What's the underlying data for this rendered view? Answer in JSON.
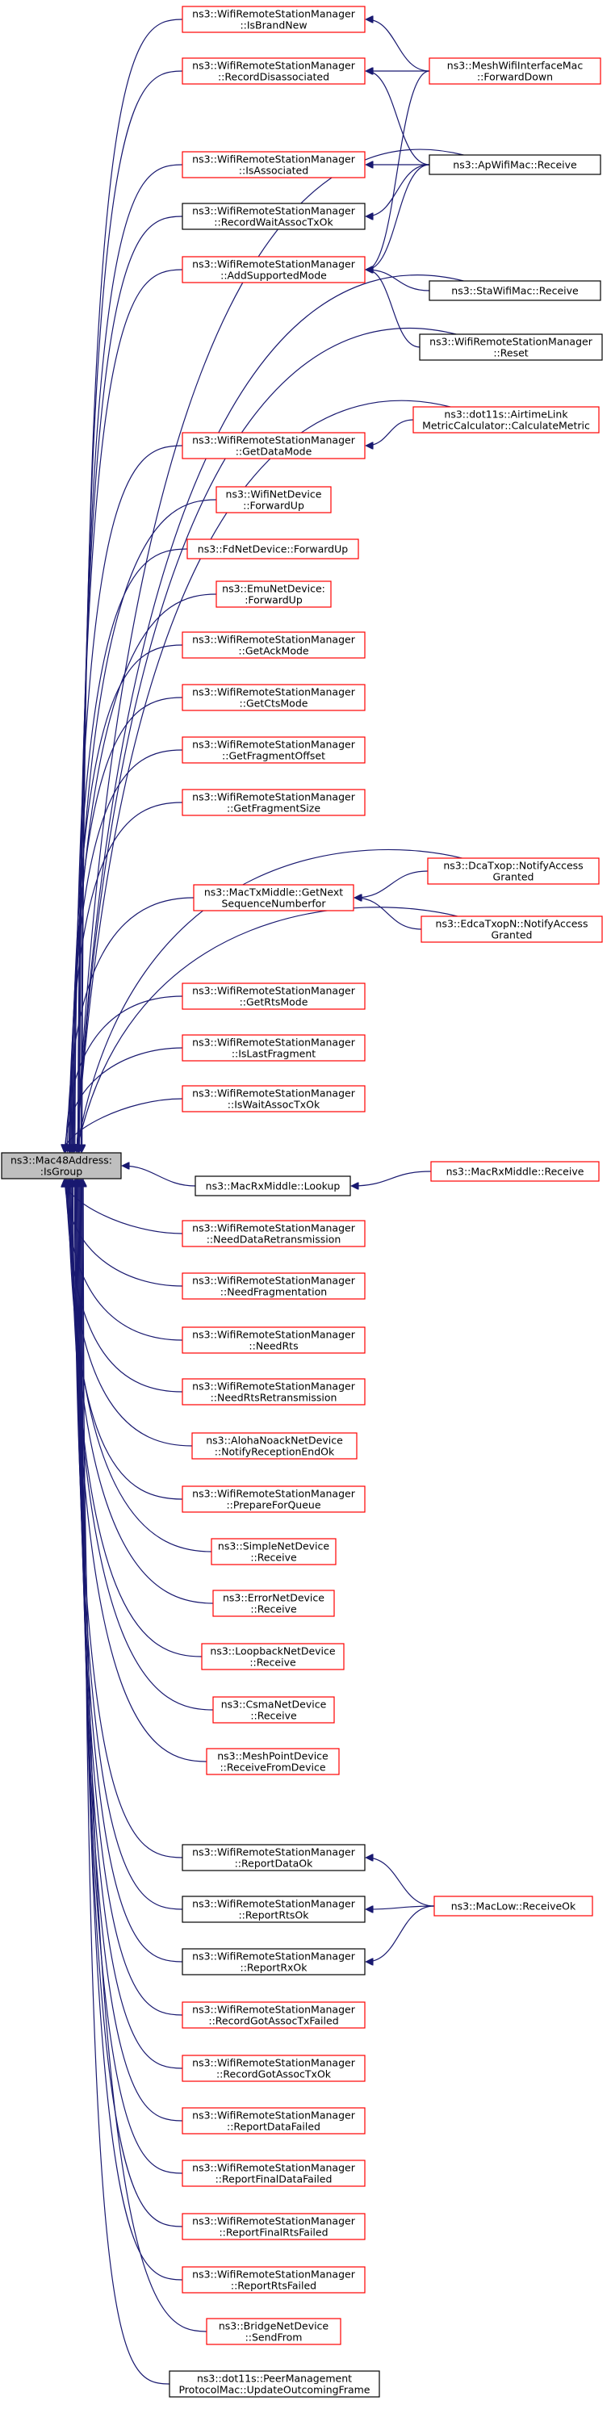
{
  "graph": {
    "root": [
      "ns3::Mac48Address:",
      ":IsGroup"
    ],
    "nodes": {
      "isBrandNew": [
        "ns3::WifiRemoteStationManager",
        "::IsBrandNew"
      ],
      "recordDisassociated": [
        "ns3::WifiRemoteStationManager",
        "::RecordDisassociated"
      ],
      "isAssociated": [
        "ns3::WifiRemoteStationManager",
        "::IsAssociated"
      ],
      "recordWaitAssocTxOk": [
        "ns3::WifiRemoteStationManager",
        "::RecordWaitAssocTxOk"
      ],
      "addSupportedMode": [
        "ns3::WifiRemoteStationManager",
        "::AddSupportedMode"
      ],
      "getDataMode": [
        "ns3::WifiRemoteStationManager",
        "::GetDataMode"
      ],
      "wifiNetDevice": [
        "ns3::WifiNetDevice",
        "::ForwardUp"
      ],
      "fdNetDevice": [
        "ns3::FdNetDevice::ForwardUp"
      ],
      "emuNetDevice": [
        "ns3::EmuNetDevice:",
        ":ForwardUp"
      ],
      "getAckMode": [
        "ns3::WifiRemoteStationManager",
        "::GetAckMode"
      ],
      "getCtsMode": [
        "ns3::WifiRemoteStationManager",
        "::GetCtsMode"
      ],
      "getFragmentOffset": [
        "ns3::WifiRemoteStationManager",
        "::GetFragmentOffset"
      ],
      "getFragmentSize": [
        "ns3::WifiRemoteStationManager",
        "::GetFragmentSize"
      ],
      "macTxMiddle": [
        "ns3::MacTxMiddle::GetNext",
        "SequenceNumberfor"
      ],
      "getRtsMode": [
        "ns3::WifiRemoteStationManager",
        "::GetRtsMode"
      ],
      "isLastFragment": [
        "ns3::WifiRemoteStationManager",
        "::IsLastFragment"
      ],
      "isWaitAssocTxOk": [
        "ns3::WifiRemoteStationManager",
        "::IsWaitAssocTxOk"
      ],
      "macRxLookup": [
        "ns3::MacRxMiddle::Lookup"
      ],
      "needDataRetrans": [
        "ns3::WifiRemoteStationManager",
        "::NeedDataRetransmission"
      ],
      "needFragmentation": [
        "ns3::WifiRemoteStationManager",
        "::NeedFragmentation"
      ],
      "needRts": [
        "ns3::WifiRemoteStationManager",
        "::NeedRts"
      ],
      "needRtsRetrans": [
        "ns3::WifiRemoteStationManager",
        "::NeedRtsRetransmission"
      ],
      "alohaNoack": [
        "ns3::AlohaNoackNetDevice",
        "::NotifyReceptionEndOk"
      ],
      "prepareForQueue": [
        "ns3::WifiRemoteStationManager",
        "::PrepareForQueue"
      ],
      "simpleNetDevice": [
        "ns3::SimpleNetDevice",
        "::Receive"
      ],
      "errorNetDevice": [
        "ns3::ErrorNetDevice",
        "::Receive"
      ],
      "loopbackNetDevice": [
        "ns3::LoopbackNetDevice",
        "::Receive"
      ],
      "csmaNetDevice": [
        "ns3::CsmaNetDevice",
        "::Receive"
      ],
      "meshPointDevice": [
        "ns3::MeshPointDevice",
        "::ReceiveFromDevice"
      ],
      "reportDataOk": [
        "ns3::WifiRemoteStationManager",
        "::ReportDataOk"
      ],
      "reportRtsOk": [
        "ns3::WifiRemoteStationManager",
        "::ReportRtsOk"
      ],
      "reportRxOk": [
        "ns3::WifiRemoteStationManager",
        "::ReportRxOk"
      ],
      "recordGotAssocTxFailed": [
        "ns3::WifiRemoteStationManager",
        "::RecordGotAssocTxFailed"
      ],
      "recordGotAssocTxOk": [
        "ns3::WifiRemoteStationManager",
        "::RecordGotAssocTxOk"
      ],
      "reportDataFailed": [
        "ns3::WifiRemoteStationManager",
        "::ReportDataFailed"
      ],
      "reportFinalDataFailed": [
        "ns3::WifiRemoteStationManager",
        "::ReportFinalDataFailed"
      ],
      "reportFinalRtsFailed": [
        "ns3::WifiRemoteStationManager",
        "::ReportFinalRtsFailed"
      ],
      "reportRtsFailed": [
        "ns3::WifiRemoteStationManager",
        "::ReportRtsFailed"
      ],
      "bridgeNetDevice": [
        "ns3::BridgeNetDevice",
        "::SendFrom"
      ],
      "peerManagement": [
        "ns3::dot11s::PeerManagement",
        "ProtocolMac::UpdateOutcomingFrame"
      ],
      "meshForwardDown": [
        "ns3::MeshWifiInterfaceMac",
        "::ForwardDown"
      ],
      "apWifiMacReceive": [
        "ns3::ApWifiMac::Receive"
      ],
      "staWifiMacReceive": [
        "ns3::StaWifiMac::Receive"
      ],
      "reset": [
        "ns3::WifiRemoteStationManager",
        "::Reset"
      ],
      "airtimeLink": [
        "ns3::dot11s::AirtimeLink",
        "MetricCalculator::CalculateMetric"
      ],
      "dcaTxop": [
        "ns3::DcaTxop::NotifyAccess",
        "Granted"
      ],
      "edcaTxop": [
        "ns3::EdcaTxopN::NotifyAccess",
        "Granted"
      ],
      "macRxReceive": [
        "ns3::MacRxMiddle::Receive"
      ],
      "macLowReceiveOk": [
        "ns3::MacLow::ReceiveOk"
      ]
    }
  }
}
